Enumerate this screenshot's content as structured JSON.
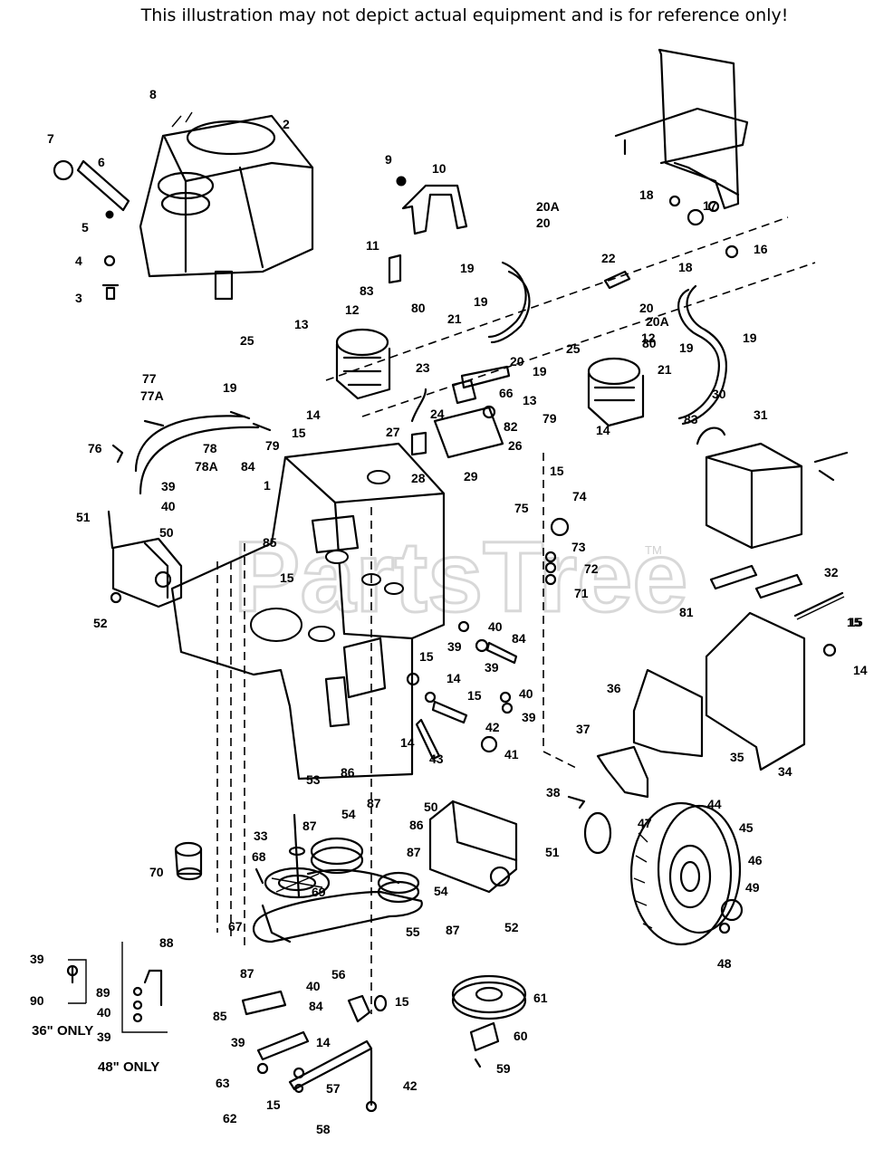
{
  "disclaimer": "This illustration may not depict actual equipment and is for reference only!",
  "watermark": {
    "text": "PartsTree",
    "trademark": "TM"
  },
  "notes": {
    "only_36": "36\" ONLY",
    "only_48": "48\" ONLY"
  },
  "callouts": [
    {
      "id": "c2",
      "label": "2"
    },
    {
      "id": "c3",
      "label": "3"
    },
    {
      "id": "c4",
      "label": "4"
    },
    {
      "id": "c5",
      "label": "5"
    },
    {
      "id": "c6",
      "label": "6"
    },
    {
      "id": "c7",
      "label": "7"
    },
    {
      "id": "c8",
      "label": "8"
    },
    {
      "id": "c9",
      "label": "9"
    },
    {
      "id": "c10",
      "label": "10"
    },
    {
      "id": "c11",
      "label": "11"
    },
    {
      "id": "c83a",
      "label": "83"
    },
    {
      "id": "c80a",
      "label": "80"
    },
    {
      "id": "c13a",
      "label": "13"
    },
    {
      "id": "c12a",
      "label": "12"
    },
    {
      "id": "c25a",
      "label": "25"
    },
    {
      "id": "c19a",
      "label": "19"
    },
    {
      "id": "c21a",
      "label": "21"
    },
    {
      "id": "c19b",
      "label": "19"
    },
    {
      "id": "c19c",
      "label": "19"
    },
    {
      "id": "c20a",
      "label": "20A"
    },
    {
      "id": "c20b",
      "label": "20"
    },
    {
      "id": "c22",
      "label": "22"
    },
    {
      "id": "c18a",
      "label": "18"
    },
    {
      "id": "c17",
      "label": "17"
    },
    {
      "id": "c16",
      "label": "16"
    },
    {
      "id": "c18b",
      "label": "18"
    },
    {
      "id": "c20c",
      "label": "20"
    },
    {
      "id": "c20d",
      "label": "20A"
    },
    {
      "id": "c19d",
      "label": "19"
    },
    {
      "id": "c12b",
      "label": "12"
    },
    {
      "id": "c80b",
      "label": "80"
    },
    {
      "id": "c19e",
      "label": "19"
    },
    {
      "id": "c25b",
      "label": "25"
    },
    {
      "id": "c21b",
      "label": "21"
    },
    {
      "id": "c20e",
      "label": "20"
    },
    {
      "id": "c19f",
      "label": "19"
    },
    {
      "id": "c23",
      "label": "23"
    },
    {
      "id": "c66",
      "label": "66"
    },
    {
      "id": "c13b",
      "label": "13"
    },
    {
      "id": "c79a",
      "label": "79"
    },
    {
      "id": "c30",
      "label": "30"
    },
    {
      "id": "c83b",
      "label": "83"
    },
    {
      "id": "c31",
      "label": "31"
    },
    {
      "id": "c77",
      "label": "77"
    },
    {
      "id": "c77a",
      "label": "77A"
    },
    {
      "id": "c14a",
      "label": "14"
    },
    {
      "id": "c24",
      "label": "24"
    },
    {
      "id": "c82",
      "label": "82"
    },
    {
      "id": "c26",
      "label": "26"
    },
    {
      "id": "c14b",
      "label": "14"
    },
    {
      "id": "c79b",
      "label": "79"
    },
    {
      "id": "c15a",
      "label": "15"
    },
    {
      "id": "c27",
      "label": "27"
    },
    {
      "id": "c28",
      "label": "28"
    },
    {
      "id": "c29",
      "label": "29"
    },
    {
      "id": "c15b",
      "label": "15"
    },
    {
      "id": "c76",
      "label": "76"
    },
    {
      "id": "c78",
      "label": "78"
    },
    {
      "id": "c78a",
      "label": "78A"
    },
    {
      "id": "c84a",
      "label": "84"
    },
    {
      "id": "c1",
      "label": "1"
    },
    {
      "id": "c39a",
      "label": "39"
    },
    {
      "id": "c40a",
      "label": "40"
    },
    {
      "id": "c75",
      "label": "75"
    },
    {
      "id": "c74",
      "label": "74"
    },
    {
      "id": "c51a",
      "label": "51"
    },
    {
      "id": "c50a",
      "label": "50"
    },
    {
      "id": "c85a",
      "label": "85"
    },
    {
      "id": "c73",
      "label": "73"
    },
    {
      "id": "c72",
      "label": "72"
    },
    {
      "id": "c71",
      "label": "71"
    },
    {
      "id": "c32",
      "label": "32"
    },
    {
      "id": "c15c",
      "label": "15"
    },
    {
      "id": "c81",
      "label": "81"
    },
    {
      "id": "c52a",
      "label": "52"
    },
    {
      "id": "c15d",
      "label": "15"
    },
    {
      "id": "c40b",
      "label": "40"
    },
    {
      "id": "c84b",
      "label": "84"
    },
    {
      "id": "c39b",
      "label": "39"
    },
    {
      "id": "c39c",
      "label": "39"
    },
    {
      "id": "c15e",
      "label": "15"
    },
    {
      "id": "c14c",
      "label": "14"
    },
    {
      "id": "c15f",
      "label": "15"
    },
    {
      "id": "c40c",
      "label": "40"
    },
    {
      "id": "c39d",
      "label": "39"
    },
    {
      "id": "c42a",
      "label": "42"
    },
    {
      "id": "c14d",
      "label": "14"
    },
    {
      "id": "c43",
      "label": "43"
    },
    {
      "id": "c41",
      "label": "41"
    },
    {
      "id": "c36",
      "label": "36"
    },
    {
      "id": "c37",
      "label": "37"
    },
    {
      "id": "c35",
      "label": "35"
    },
    {
      "id": "c34",
      "label": "34"
    },
    {
      "id": "c15g",
      "label": "15"
    },
    {
      "id": "c14e",
      "label": "14"
    },
    {
      "id": "c53",
      "label": "53"
    },
    {
      "id": "c86a",
      "label": "86"
    },
    {
      "id": "c87a",
      "label": "87"
    },
    {
      "id": "c38",
      "label": "38"
    },
    {
      "id": "c50b",
      "label": "50"
    },
    {
      "id": "c44",
      "label": "44"
    },
    {
      "id": "c47",
      "label": "47"
    },
    {
      "id": "c45",
      "label": "45"
    },
    {
      "id": "c87b",
      "label": "87"
    },
    {
      "id": "c54a",
      "label": "54"
    },
    {
      "id": "c86b",
      "label": "86"
    },
    {
      "id": "c33",
      "label": "33"
    },
    {
      "id": "c87c",
      "label": "87"
    },
    {
      "id": "c51b",
      "label": "51"
    },
    {
      "id": "c46",
      "label": "46"
    },
    {
      "id": "c68",
      "label": "68"
    },
    {
      "id": "c70",
      "label": "70"
    },
    {
      "id": "c69",
      "label": "69"
    },
    {
      "id": "c54b",
      "label": "54"
    },
    {
      "id": "c49",
      "label": "49"
    },
    {
      "id": "c67",
      "label": "67"
    },
    {
      "id": "c55",
      "label": "55"
    },
    {
      "id": "c87d",
      "label": "87"
    },
    {
      "id": "c52b",
      "label": "52"
    },
    {
      "id": "c48",
      "label": "48"
    },
    {
      "id": "c88",
      "label": "88"
    },
    {
      "id": "c39e",
      "label": "39"
    },
    {
      "id": "c87e",
      "label": "87"
    },
    {
      "id": "c90",
      "label": "90"
    },
    {
      "id": "c89",
      "label": "89"
    },
    {
      "id": "c56",
      "label": "56"
    },
    {
      "id": "c40d",
      "label": "40"
    },
    {
      "id": "c40e",
      "label": "40"
    },
    {
      "id": "c15h",
      "label": "15"
    },
    {
      "id": "c61",
      "label": "61"
    },
    {
      "id": "c39f",
      "label": "39"
    },
    {
      "id": "c85b",
      "label": "85"
    },
    {
      "id": "c84c",
      "label": "84"
    },
    {
      "id": "c39g",
      "label": "39"
    },
    {
      "id": "c14f",
      "label": "14"
    },
    {
      "id": "c60",
      "label": "60"
    },
    {
      "id": "c63",
      "label": "63"
    },
    {
      "id": "c57",
      "label": "57"
    },
    {
      "id": "c59",
      "label": "59"
    },
    {
      "id": "c42b",
      "label": "42"
    },
    {
      "id": "c15i",
      "label": "15"
    },
    {
      "id": "c62",
      "label": "62"
    },
    {
      "id": "c58",
      "label": "58"
    }
  ]
}
